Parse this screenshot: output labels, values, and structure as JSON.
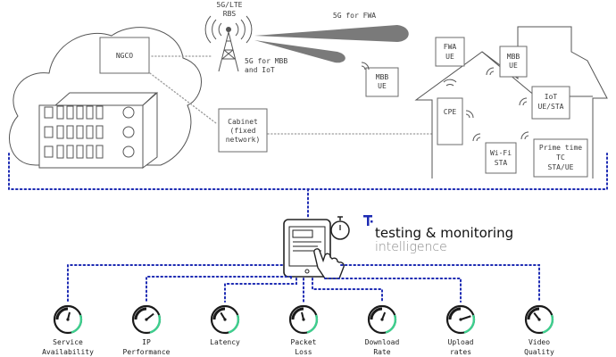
{
  "network": {
    "ngco": "NGCO",
    "rbs": [
      "5G/LTE",
      "RBS"
    ],
    "fwa_beam": "5G for FWA",
    "mbb_beam": [
      "5G for MBB",
      "and IoT"
    ],
    "mbb_ue_outside": [
      "MBB",
      "UE"
    ],
    "cabinet": [
      "Cabinet",
      "(fixed",
      "network)"
    ],
    "fwa_ue": [
      "FWA",
      "UE"
    ],
    "mbb_ue_house": [
      "MBB",
      "UE"
    ],
    "iot": [
      "IoT",
      "UE/STA"
    ],
    "cpe": "CPE",
    "wifi": [
      "Wi-Fi",
      "STA"
    ],
    "primetime": [
      "Prime time",
      "TC",
      "STA/UE"
    ]
  },
  "brand": {
    "logo_glyph": "T",
    "line1": "testing & monitoring",
    "line2": "intelligence"
  },
  "metrics": [
    {
      "label": [
        "Service",
        "Availability"
      ],
      "level": 0.55
    },
    {
      "label": [
        "IP",
        "Performance"
      ],
      "level": 0.72
    },
    {
      "label": [
        "Latency"
      ],
      "level": 0.38
    },
    {
      "label": [
        "Packet",
        "Loss"
      ],
      "level": 0.45
    },
    {
      "label": [
        "Download",
        "Rate"
      ],
      "level": 0.58
    },
    {
      "label": [
        "Upload",
        "rates"
      ],
      "level": 0.85
    },
    {
      "label": [
        "Video",
        "Quality"
      ],
      "level": 0.35
    }
  ],
  "colors": {
    "accent_blue": "#1d2bb3",
    "gauge_green": "#3ecf8e",
    "line_gray": "#6b6b6b"
  }
}
